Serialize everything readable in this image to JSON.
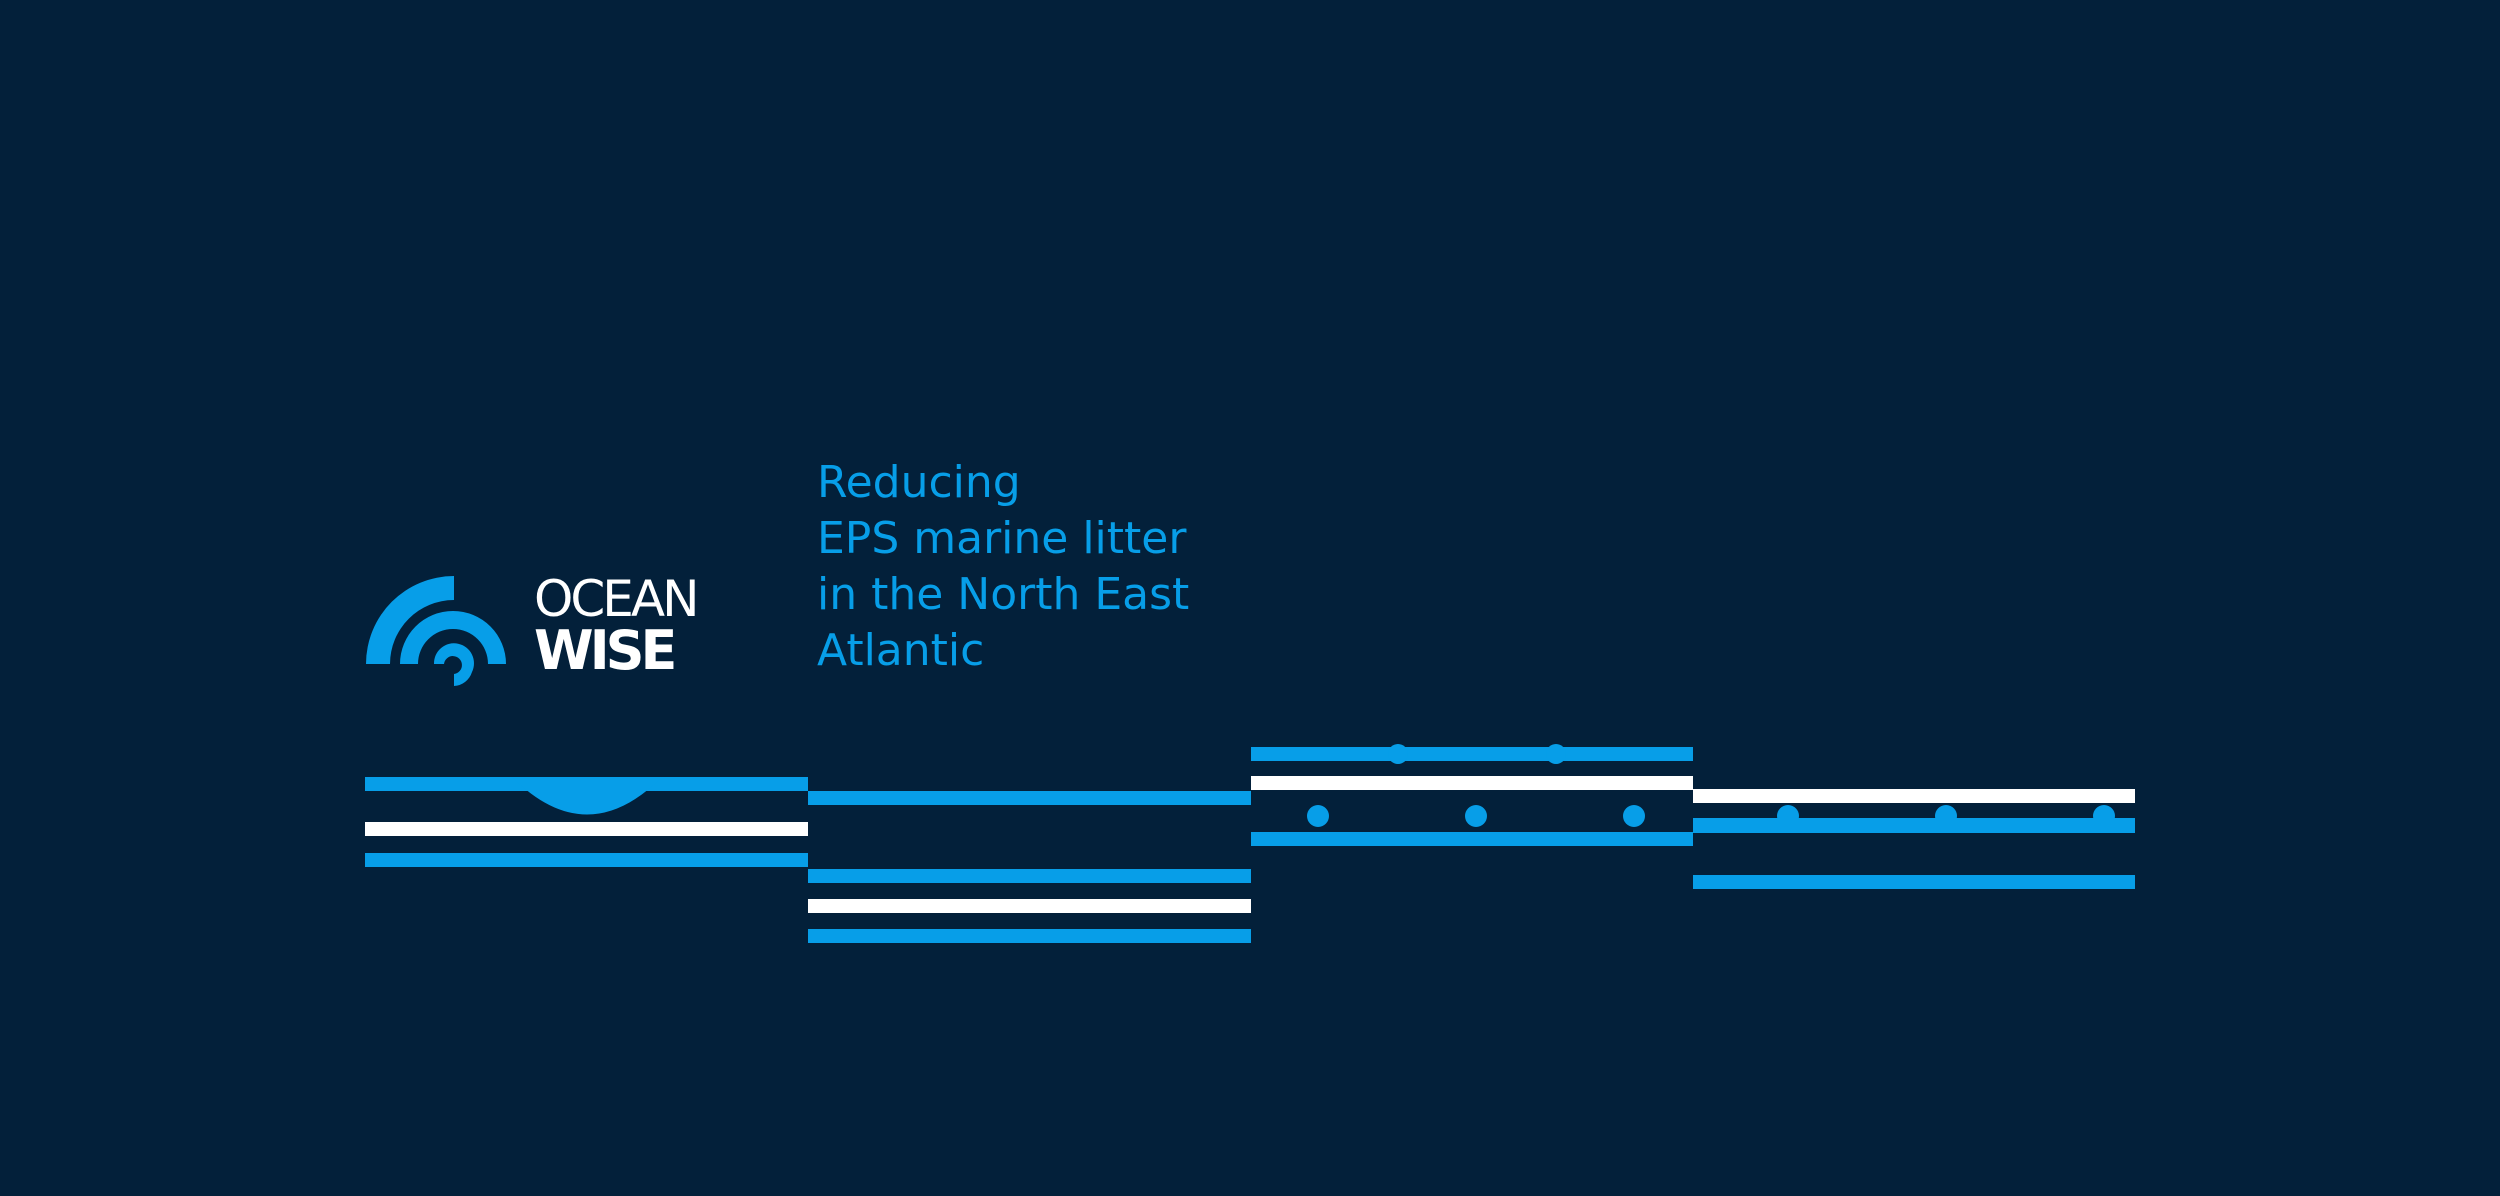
{
  "brand": {
    "line1": "OCEAN",
    "line2": "WISE",
    "colors": {
      "background": "#03203a",
      "blue": "#079ee8",
      "white": "#ffffff"
    }
  },
  "tagline": {
    "lines": [
      "Reducing",
      "EPS marine litter",
      "in the North East",
      "Atlantic"
    ]
  }
}
